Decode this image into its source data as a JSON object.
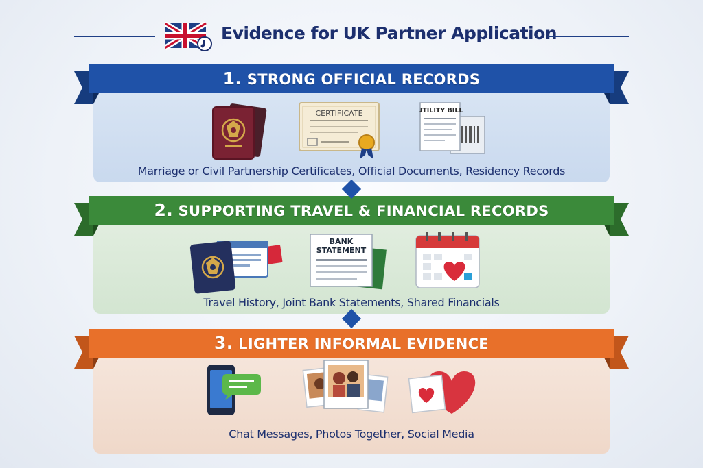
{
  "header": {
    "title": "Evidence for UK Partner Application",
    "flag_icon": "uk-flag-icon"
  },
  "colors": {
    "navy": "#1c2f6e",
    "tier1": "#1f52a8",
    "tier2": "#3b8a3a",
    "tier3": "#e8702a"
  },
  "tiers": [
    {
      "number": "1.",
      "label": "STRONG OFFICIAL RECORDS",
      "caption": "Marriage or Civil Partnership Certificates, Official Documents, Residency Records",
      "icons": [
        "passport-icon",
        "certificate-icon",
        "utility-bill-icon"
      ],
      "certificate_title": "CERTIFICATE",
      "utility_bill_title": "UTILITY BILL"
    },
    {
      "number": "2.",
      "label": "SUPPORTING TRAVEL & FINANCIAL RECORDS",
      "caption": "Travel History, Joint Bank Statements, Shared Financials",
      "icons": [
        "travel-documents-icon",
        "bank-statement-icon",
        "calendar-heart-icon"
      ],
      "bank_statement_line1": "BANK",
      "bank_statement_line2": "STATEMENT"
    },
    {
      "number": "3.",
      "label": "LIGHTER INFORMAL EVIDENCE",
      "caption": "Chat Messages, Photos Together, Social Media",
      "icons": [
        "phone-chat-icon",
        "couple-photos-icon",
        "heart-social-icon"
      ]
    }
  ]
}
